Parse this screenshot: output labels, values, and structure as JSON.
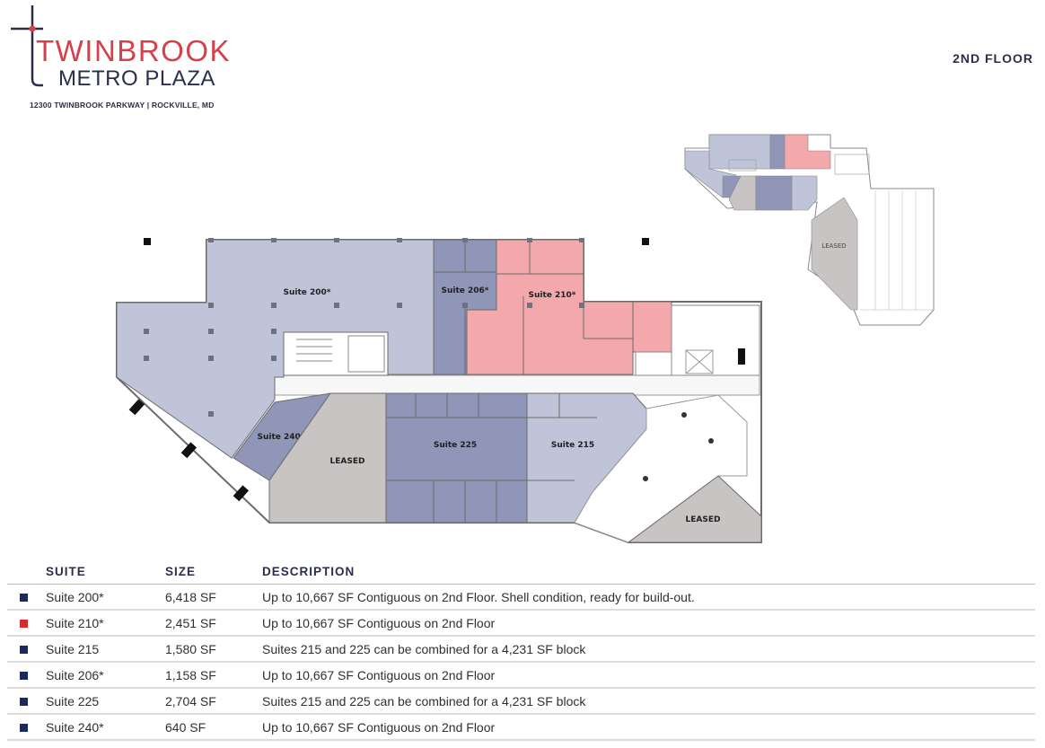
{
  "header": {
    "logo_line1": "TWINBROOK",
    "logo_line2": "METRO PLAZA",
    "address": "12300 TWINBROOK PARKWAY | ROCKVILLE, MD",
    "floor": "2ND FLOOR"
  },
  "colors": {
    "brand_red": "#d6404b",
    "brand_navy": "#2b2e4a",
    "swatch_navy": "#1c2a5a",
    "swatch_red": "#d62b2b",
    "suite_light": "#c0c4d8",
    "suite_dark": "#9096b8",
    "suite_red": "#f3a9ab",
    "leased": "#c8c4c4"
  },
  "plan": {
    "labels": {
      "suite_200": "Suite 200*",
      "suite_206": "Suite 206*",
      "suite_210": "Suite 210*",
      "suite_240": "Suite 240*",
      "suite_225": "Suite 225",
      "suite_215": "Suite 215",
      "leased_1": "LEASED",
      "leased_2": "LEASED"
    },
    "keyplan_leased": "LEASED"
  },
  "table": {
    "headers": {
      "suite": "SUITE",
      "size": "SIZE",
      "description": "DESCRIPTION"
    },
    "rows": [
      {
        "suite": "Suite 200*",
        "size": "6,418 SF",
        "description": "Up to 10,667 SF Contiguous on 2nd Floor. Shell condition, ready for build-out.",
        "color": "#1c2a5a"
      },
      {
        "suite": "Suite 210*",
        "size": "2,451 SF",
        "description": "Up to 10,667 SF Contiguous on 2nd Floor",
        "color": "#d62b2b"
      },
      {
        "suite": "Suite 215",
        "size": "1,580 SF",
        "description": "Suites 215 and 225 can be combined for a 4,231 SF block",
        "color": "#1c2a5a"
      },
      {
        "suite": "Suite 206*",
        "size": "1,158 SF",
        "description": "Up to 10,667 SF Contiguous on 2nd Floor",
        "color": "#1c2a5a"
      },
      {
        "suite": "Suite 225",
        "size": "2,704 SF",
        "description": "Suites 215 and 225 can be combined for a 4,231 SF block",
        "color": "#1c2a5a"
      },
      {
        "suite": "Suite 240*",
        "size": "640 SF",
        "description": "Up to 10,667 SF Contiguous on 2nd Floor",
        "color": "#1c2a5a"
      }
    ]
  }
}
